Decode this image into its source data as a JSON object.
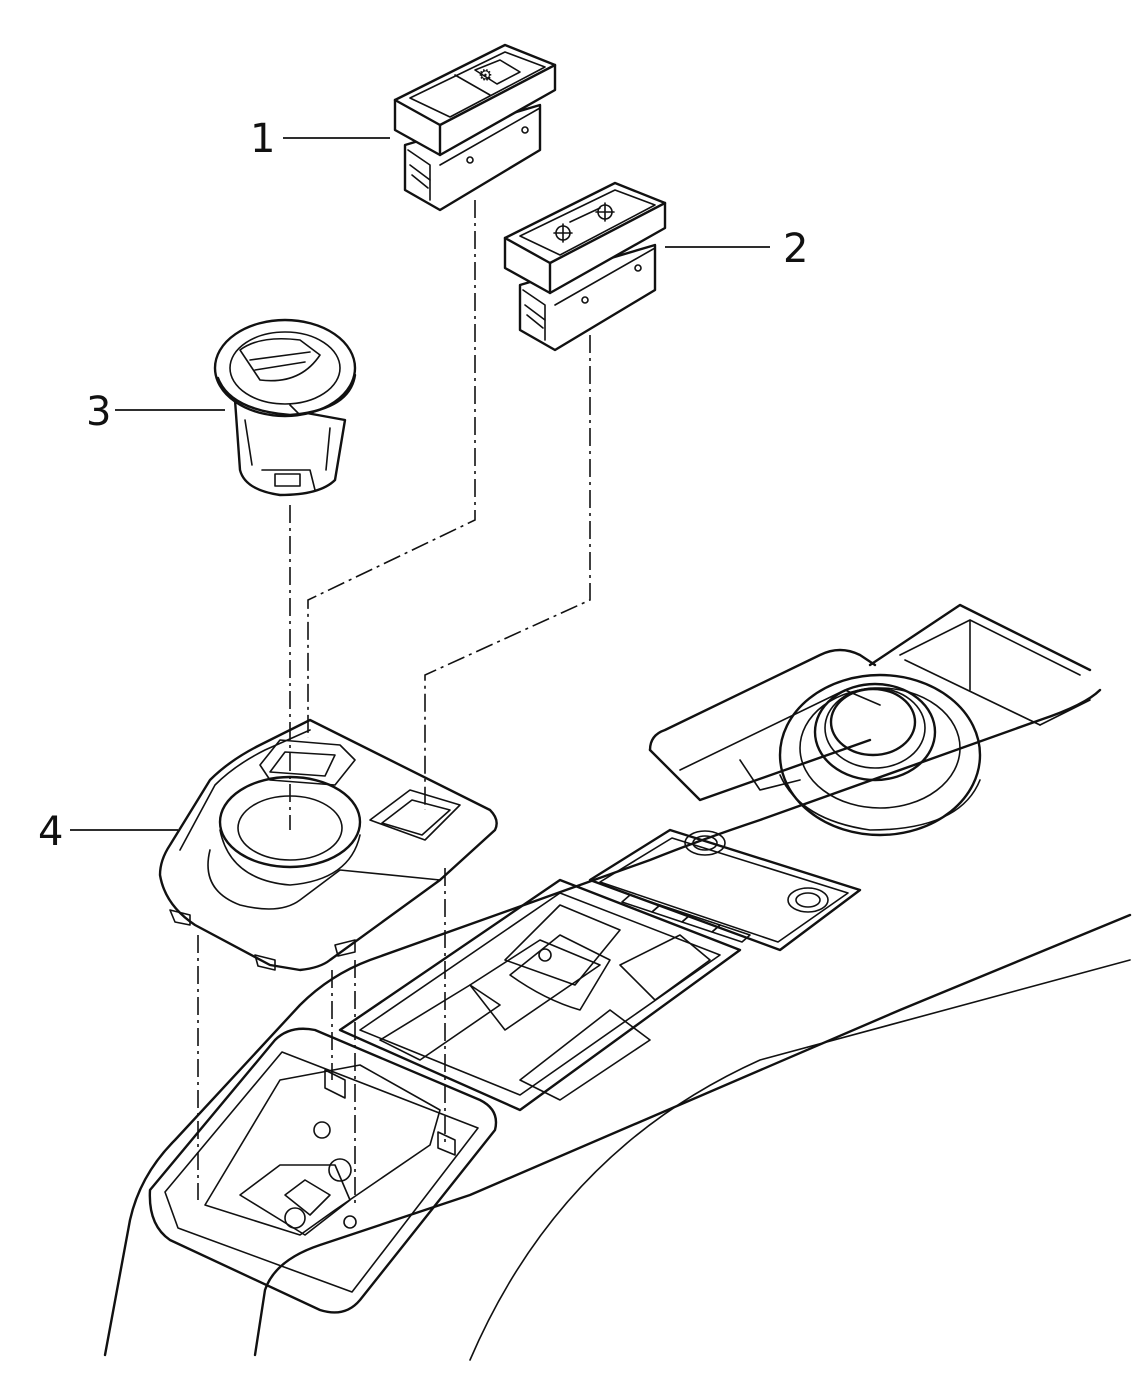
{
  "callouts": [
    {
      "id": "1",
      "label": "1"
    },
    {
      "id": "2",
      "label": "2"
    },
    {
      "id": "3",
      "label": "3"
    },
    {
      "id": "4",
      "label": "4"
    }
  ],
  "parts": [
    {
      "callout": "1",
      "name": "switch-module-1"
    },
    {
      "callout": "2",
      "name": "switch-module-2"
    },
    {
      "callout": "3",
      "name": "rotary-knob"
    },
    {
      "callout": "4",
      "name": "console-trim-cover"
    }
  ],
  "line_color": "#111111",
  "background_color": "#ffffff"
}
